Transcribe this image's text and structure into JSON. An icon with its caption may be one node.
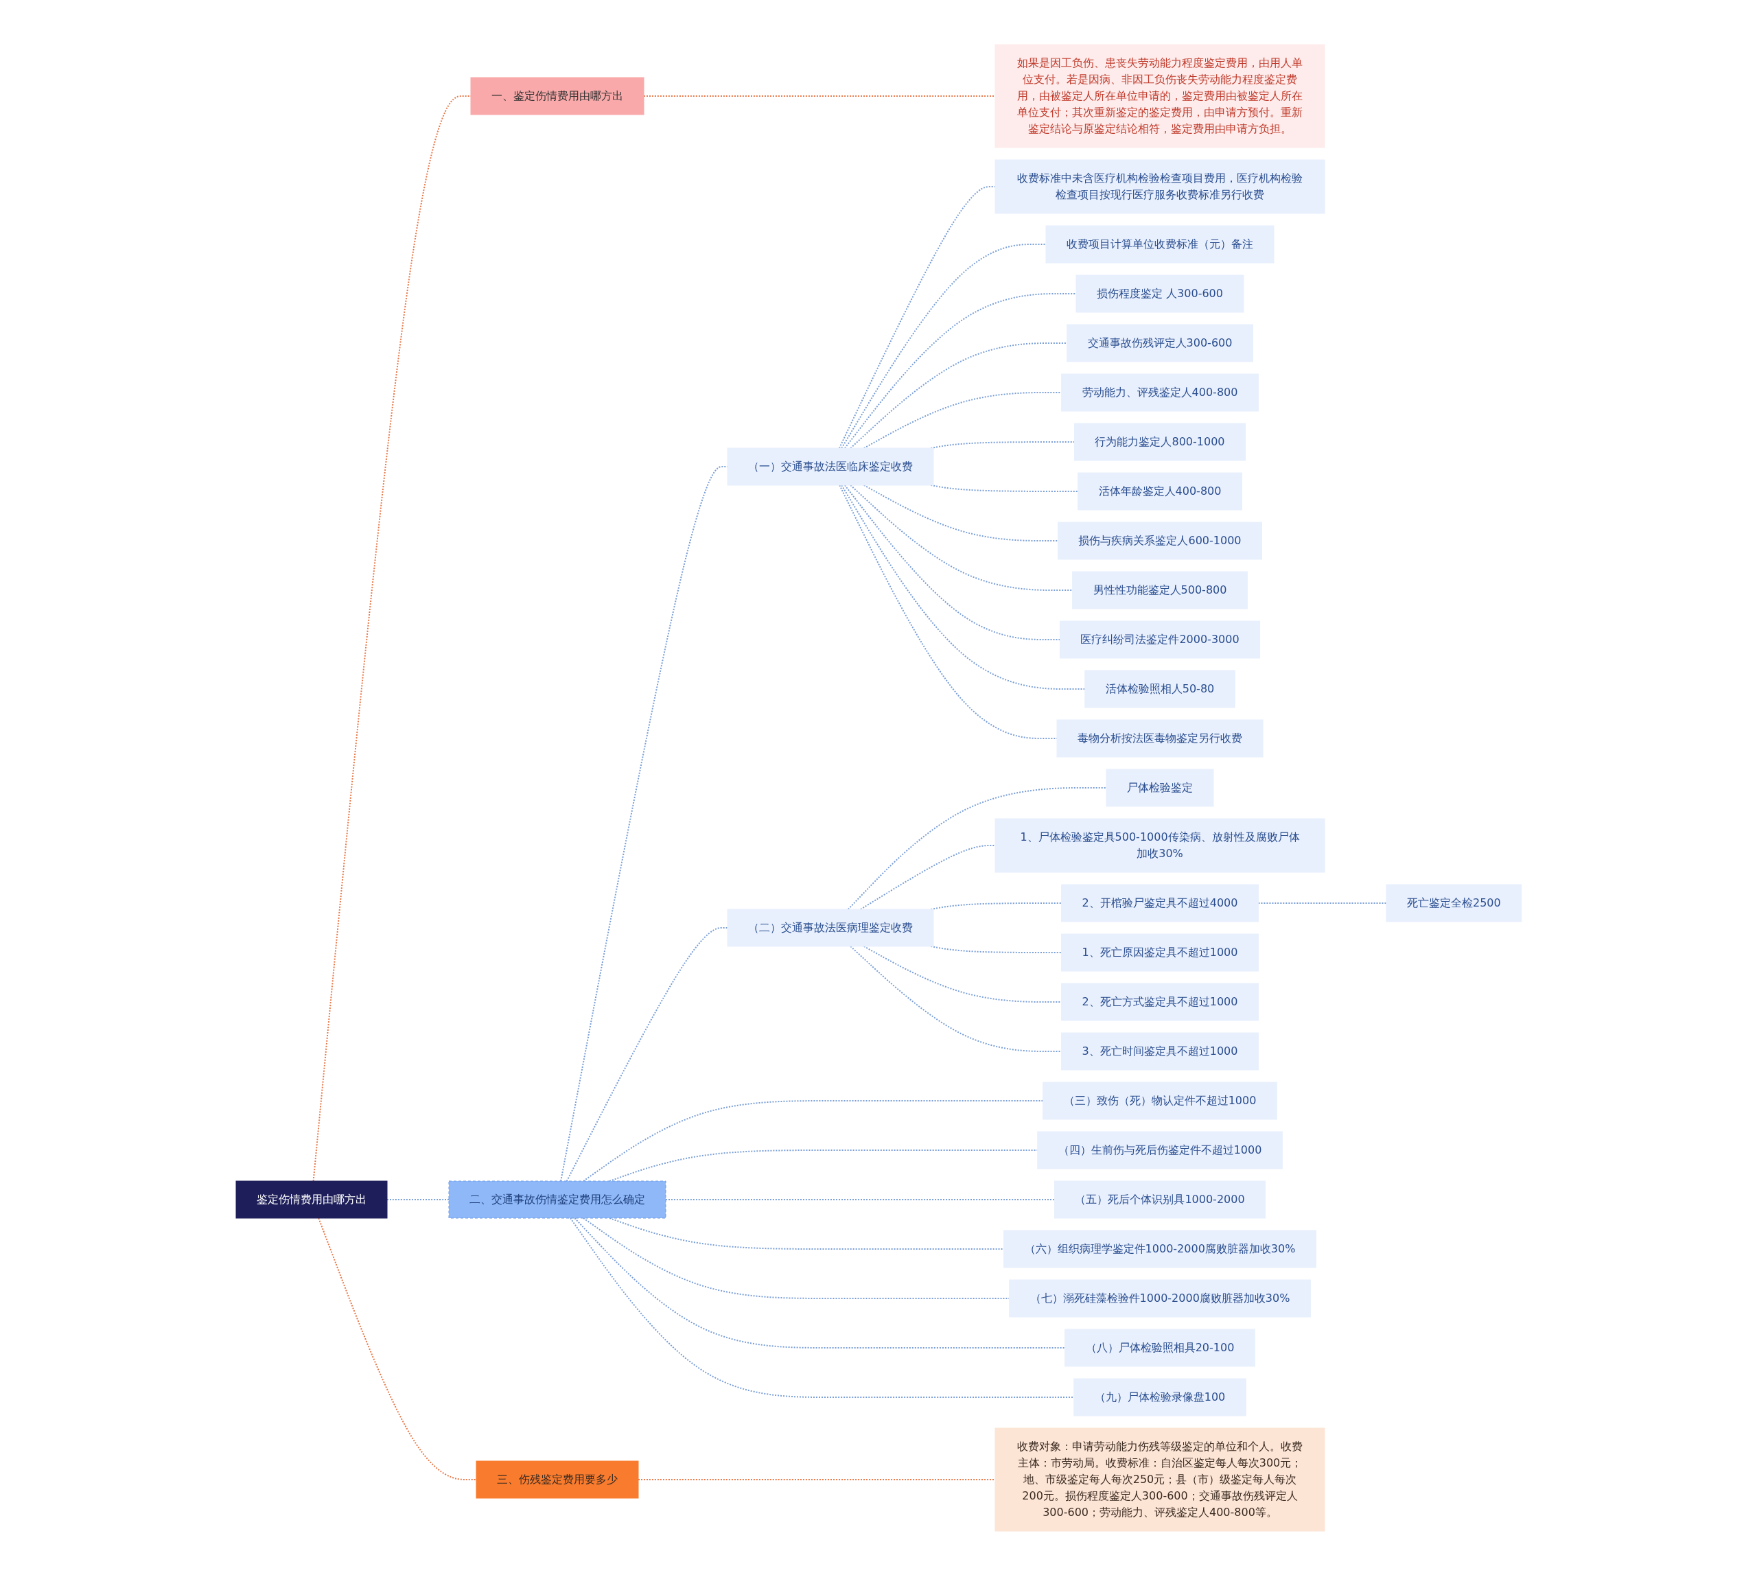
{
  "diagram": {
    "nodes": [
      {
        "text": [
          "鉴定伤情费用由哪方出"
        ]
      },
      {
        "text": [
          "一、鉴定伤情费用由哪方出"
        ]
      },
      {
        "text": [
          "如果是因工负伤、患丧失劳动能力程度鉴定费用，由用人单位支付。若是因病、非因工负伤丧失劳动能力程度鉴定费用，由被鉴定人所在单位申请的，鉴定费用由被鉴定人所在单位支付；其次重新鉴定的鉴定费用，由申请方预付。重新鉴定结论与原鉴定结论相符，鉴定费用由申请方负担。"
        ]
      },
      {
        "text": [
          "二、交通事故伤情鉴定费用怎么确定"
        ]
      },
      {
        "text": [
          "（一）交通事故法医临床鉴定收费"
        ]
      },
      {
        "text": [
          "收费标准中未含医疗机构检验检查项目费用，医疗机构检验检查项目按现行医疗服务收费标准另行收费"
        ]
      },
      {
        "text": [
          "收费项目计算单位收费标准（元）备注"
        ]
      },
      {
        "text": [
          "损伤程度鉴定 人300-600"
        ]
      },
      {
        "text": [
          "交通事故伤残评定人300-600"
        ]
      },
      {
        "text": [
          "劳动能力、评残鉴定人400-800"
        ]
      },
      {
        "text": [
          "行为能力鉴定人800-1000"
        ]
      },
      {
        "text": [
          "活体年龄鉴定人400-800"
        ]
      },
      {
        "text": [
          "损伤与疾病关系鉴定人600-1000"
        ]
      },
      {
        "text": [
          "男性性功能鉴定人500-800"
        ]
      },
      {
        "text": [
          "医疗纠纷司法鉴定件2000-3000"
        ]
      },
      {
        "text": [
          "活体检验照相人50-80"
        ]
      },
      {
        "text": [
          "毒物分析按法医毒物鉴定另行收费"
        ]
      },
      {
        "text": [
          "（二）交通事故法医病理鉴定收费"
        ]
      },
      {
        "text": [
          "尸体检验鉴定"
        ]
      },
      {
        "text": [
          "1、尸体检验鉴定具500-1000传染病、放射性及腐败尸体加收30%"
        ]
      },
      {
        "text": [
          "2、开棺验尸鉴定具不超过4000"
        ]
      },
      {
        "text": [
          "死亡鉴定全检2500"
        ]
      },
      {
        "text": [
          "1、死亡原因鉴定具不超过1000"
        ]
      },
      {
        "text": [
          "2、死亡方式鉴定具不超过1000"
        ]
      },
      {
        "text": [
          "3、死亡时间鉴定具不超过1000"
        ]
      },
      {
        "text": [
          "（三）致伤（死）物认定件不超过1000"
        ]
      },
      {
        "text": [
          "（四）生前伤与死后伤鉴定件不超过1000"
        ]
      },
      {
        "text": [
          "（五）死后个体识别具1000-2000"
        ]
      },
      {
        "text": [
          "（六）组织病理学鉴定件1000-2000腐败脏器加收30%"
        ]
      },
      {
        "text": [
          "（七）溺死硅藻检验件1000-2000腐败脏器加收30%"
        ]
      },
      {
        "text": [
          "（八）尸体检验照相具20-100"
        ]
      },
      {
        "text": [
          "（九）尸体检验录像盘100"
        ]
      },
      {
        "text": [
          "三、伤残鉴定费用要多少"
        ]
      },
      {
        "text": [
          "收费对象：申请劳动能力伤残等级鉴定的单位和个人。收费主体：市劳动局。收费标准：自治区鉴定每人每次300元；地、市级鉴定每人每次250元；县（市）级鉴定每人每次200元。损伤程度鉴定人300-600；交通事故伤残评定人300-600；劳动能力、评残鉴定人400-800等。"
        ]
      }
    ],
    "edges": [
      {
        "from": 0,
        "to": 1,
        "arrow": "none",
        "style": "dashed",
        "color": "#e8794a"
      },
      {
        "from": 1,
        "to": 2,
        "arrow": "none",
        "style": "dashed",
        "color": "#e8794a"
      },
      {
        "from": 0,
        "to": 3,
        "arrow": "none",
        "style": "dashed"
      },
      {
        "from": 3,
        "to": 4,
        "arrow": "none",
        "style": "dashed"
      },
      {
        "from": 4,
        "to": 5,
        "arrow": "none",
        "style": "dashed"
      },
      {
        "from": 4,
        "to": 6,
        "arrow": "none",
        "style": "dashed"
      },
      {
        "from": 4,
        "to": 7,
        "arrow": "none",
        "style": "dashed"
      },
      {
        "from": 4,
        "to": 8,
        "arrow": "none",
        "style": "dashed"
      },
      {
        "from": 4,
        "to": 9,
        "arrow": "none",
        "style": "dashed"
      },
      {
        "from": 4,
        "to": 10,
        "arrow": "none",
        "style": "dashed"
      },
      {
        "from": 4,
        "to": 11,
        "arrow": "none",
        "style": "dashed"
      },
      {
        "from": 4,
        "to": 12,
        "arrow": "none",
        "style": "dashed"
      },
      {
        "from": 4,
        "to": 13,
        "arrow": "none",
        "style": "dashed"
      },
      {
        "from": 4,
        "to": 14,
        "arrow": "none",
        "style": "dashed"
      },
      {
        "from": 4,
        "to": 15,
        "arrow": "none",
        "style": "dashed"
      },
      {
        "from": 4,
        "to": 16,
        "arrow": "none",
        "style": "dashed"
      },
      {
        "from": 3,
        "to": 17,
        "arrow": "none",
        "style": "dashed"
      },
      {
        "from": 17,
        "to": 18,
        "arrow": "none",
        "style": "dashed"
      },
      {
        "from": 17,
        "to": 19,
        "arrow": "none",
        "style": "dashed"
      },
      {
        "from": 17,
        "to": 20,
        "arrow": "none",
        "style": "dashed"
      },
      {
        "from": 20,
        "to": 21,
        "arrow": "none",
        "style": "dashed"
      },
      {
        "from": 17,
        "to": 22,
        "arrow": "none",
        "style": "dashed"
      },
      {
        "from": 17,
        "to": 23,
        "arrow": "none",
        "style": "dashed"
      },
      {
        "from": 17,
        "to": 24,
        "arrow": "none",
        "style": "dashed"
      },
      {
        "from": 3,
        "to": 25,
        "arrow": "none",
        "style": "dashed"
      },
      {
        "from": 3,
        "to": 26,
        "arrow": "none",
        "style": "dashed"
      },
      {
        "from": 3,
        "to": 27,
        "arrow": "none",
        "style": "dashed"
      },
      {
        "from": 3,
        "to": 28,
        "arrow": "none",
        "style": "dashed"
      },
      {
        "from": 3,
        "to": 29,
        "arrow": "none",
        "style": "dashed"
      },
      {
        "from": 3,
        "to": 30,
        "arrow": "none",
        "style": "dashed"
      },
      {
        "from": 3,
        "to": 31,
        "arrow": "none",
        "style": "dashed"
      },
      {
        "from": 0,
        "to": 32,
        "arrow": "none",
        "style": "dashed",
        "color": "#e8794a"
      },
      {
        "from": 32,
        "to": 33,
        "arrow": "none",
        "style": "dashed",
        "color": "#e8794a"
      }
    ]
  }
}
